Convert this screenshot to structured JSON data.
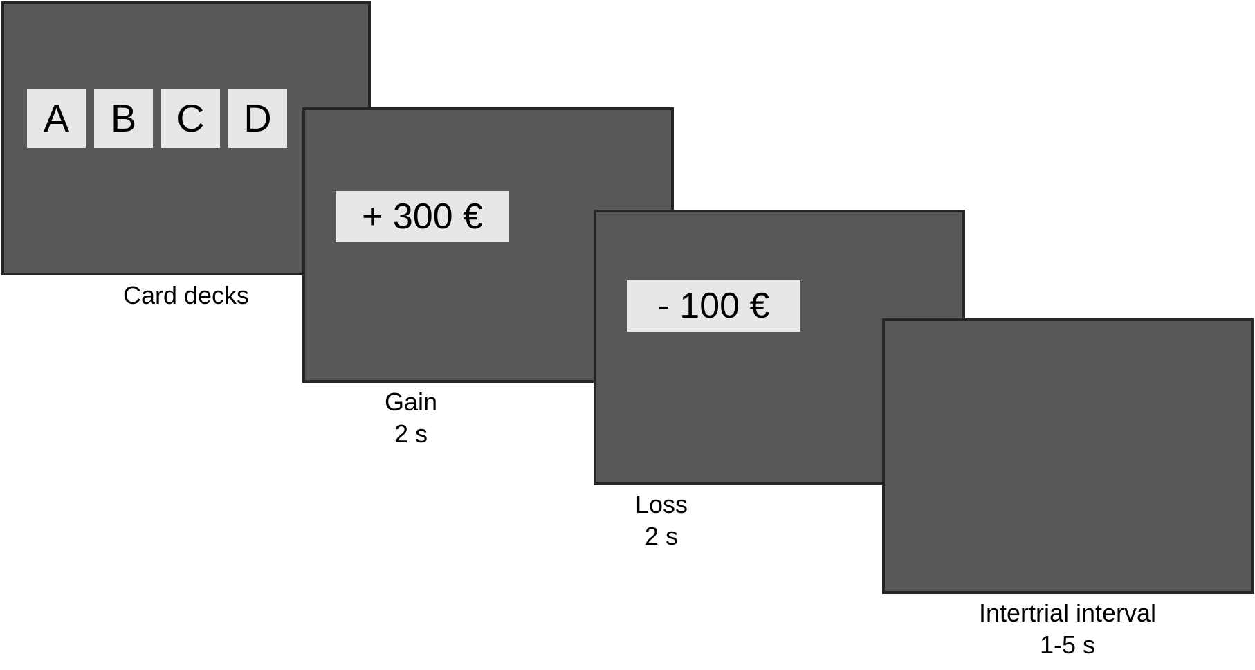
{
  "figure": {
    "type": "task-trial-sequence-diagram",
    "background_color": "#ffffff",
    "screen_color": "#585858",
    "screen_border_color": "#262626",
    "box_color": "#e7e7e7",
    "text_color": "#000000"
  },
  "screens": [
    {
      "id": "card-decks",
      "caption_line1": "Card decks",
      "caption_line2": "",
      "cards": [
        {
          "label": "A"
        },
        {
          "label": "B"
        },
        {
          "label": "C"
        },
        {
          "label": "D"
        }
      ]
    },
    {
      "id": "gain",
      "caption_line1": "Gain",
      "caption_line2": "2 s",
      "amount": "+ 300 €"
    },
    {
      "id": "loss",
      "caption_line1": "Loss",
      "caption_line2": "2 s",
      "amount": "- 100 €"
    },
    {
      "id": "intertrial-interval",
      "caption_line1": "Intertrial interval",
      "caption_line2": "1-5 s",
      "amount": ""
    }
  ]
}
